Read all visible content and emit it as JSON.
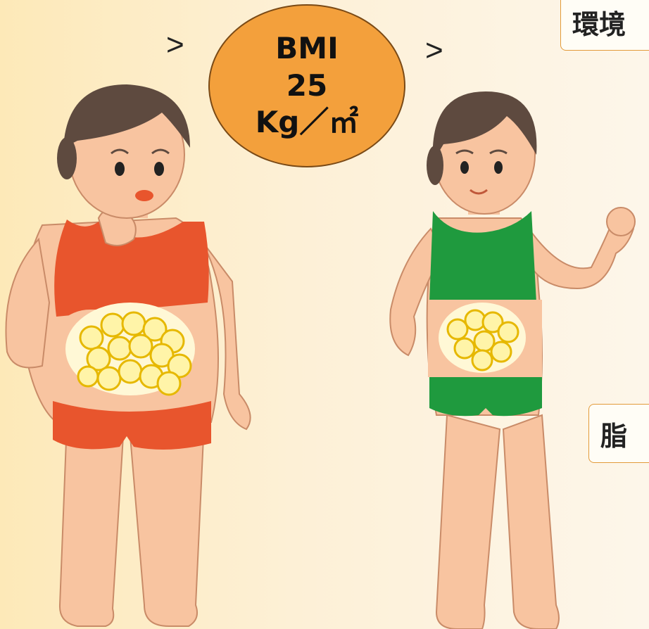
{
  "comparison": {
    "left_symbol": ">",
    "right_symbol": ">"
  },
  "bmi_badge": {
    "line1": "BMI",
    "line2": "25",
    "line3": "Kg／㎡"
  },
  "tags": {
    "top": "環境",
    "middle": "脂"
  },
  "colors": {
    "badge_fill": "#f3a03c",
    "left_outfit": "#e8552d",
    "right_outfit": "#1f9a3e",
    "skin": "#f8c4a0",
    "hair": "#5e4a3f",
    "tag_border": "#e29a3a"
  },
  "icons": [
    "fat-cells-icon",
    "person-overweight-icon",
    "person-normal-icon"
  ]
}
